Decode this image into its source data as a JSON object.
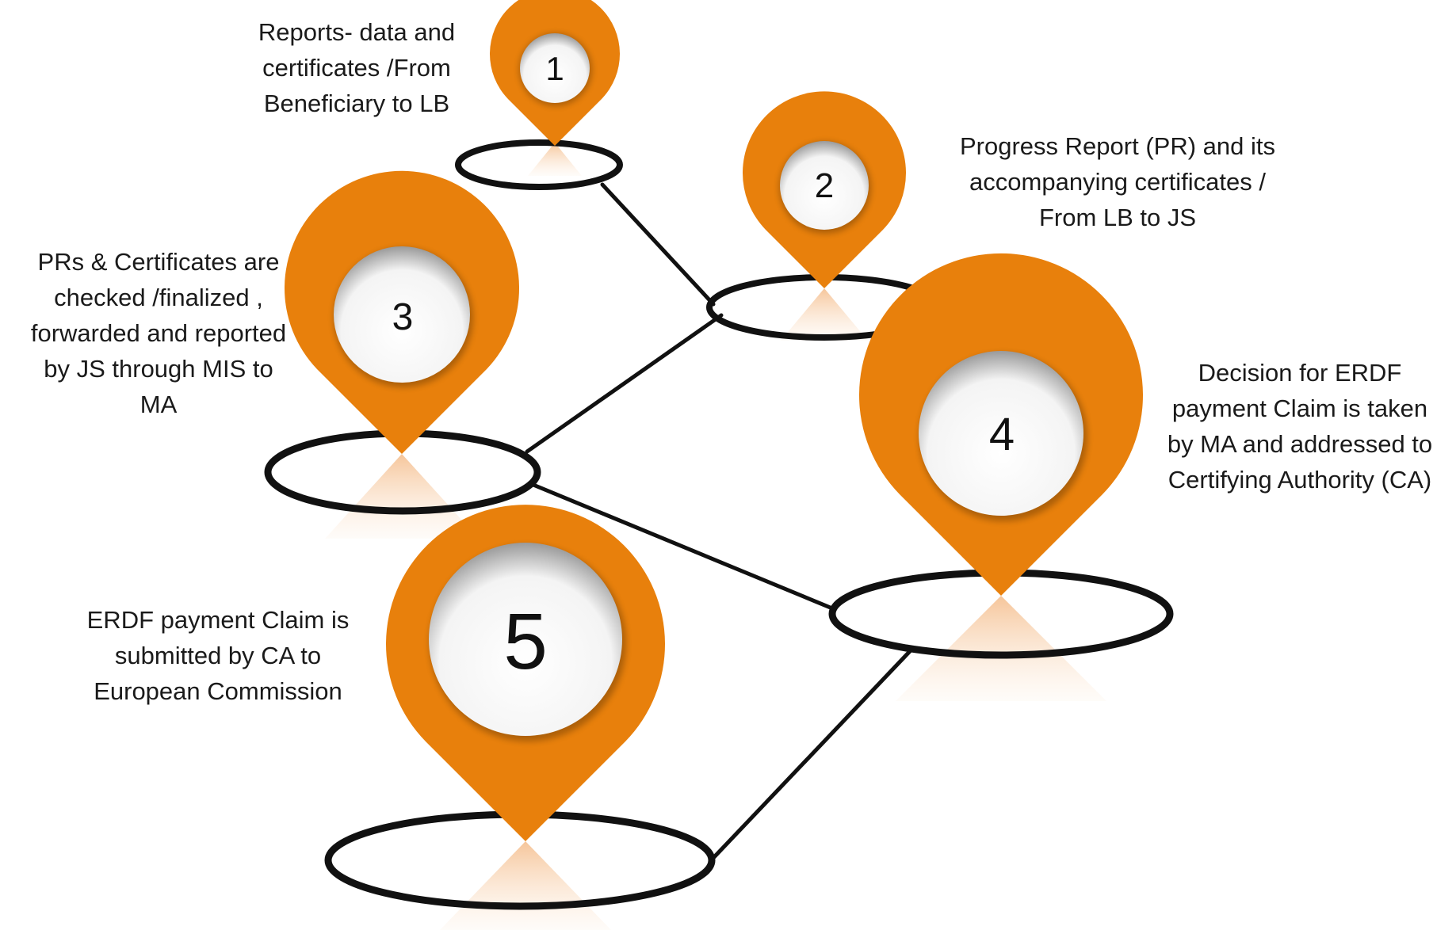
{
  "diagram": {
    "accent_color": "#E8800C",
    "marker_shape": "location-pin",
    "steps": [
      {
        "number": "1",
        "lines": [
          "Reports- data and",
          "certificates /From",
          "Beneficiary  to LB"
        ]
      },
      {
        "number": "2",
        "lines": [
          "Progress Report (PR) and its",
          "accompanying certificates /",
          "From LB to JS"
        ]
      },
      {
        "number": "3",
        "lines": [
          "PRs & Certificates  are",
          "checked /finalized ,",
          "forwarded and reported",
          "by JS  through MIS to",
          "MA"
        ]
      },
      {
        "number": "4",
        "lines": [
          "Decision for  ERDF",
          "payment Claim is taken",
          "by MA and  addressed to",
          "Certifying Authority (CA)"
        ]
      },
      {
        "number": "5",
        "lines": [
          "ERDF payment Claim is",
          "submitted by CA to",
          "European Commission"
        ]
      }
    ]
  }
}
